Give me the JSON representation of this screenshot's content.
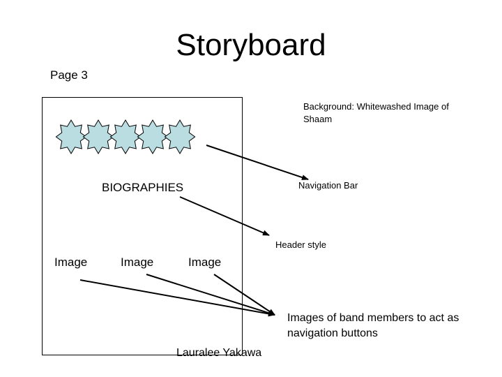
{
  "title": "Storyboard",
  "page_label": "Page 3",
  "annotations": {
    "background": "Background: Whitewashed Image of Shaam",
    "navigation_bar": "Navigation Bar",
    "header_style": "Header style",
    "image_buttons": "Images of band members to act as navigation buttons"
  },
  "mockup": {
    "heading": "BIOGRAPHIES",
    "image_labels": [
      "Image",
      "Image",
      "Image"
    ],
    "nav_star_count": 5
  },
  "author": "Lauralee Yakawa",
  "colors": {
    "star_fill": "#b9dde1",
    "line": "#000000"
  }
}
